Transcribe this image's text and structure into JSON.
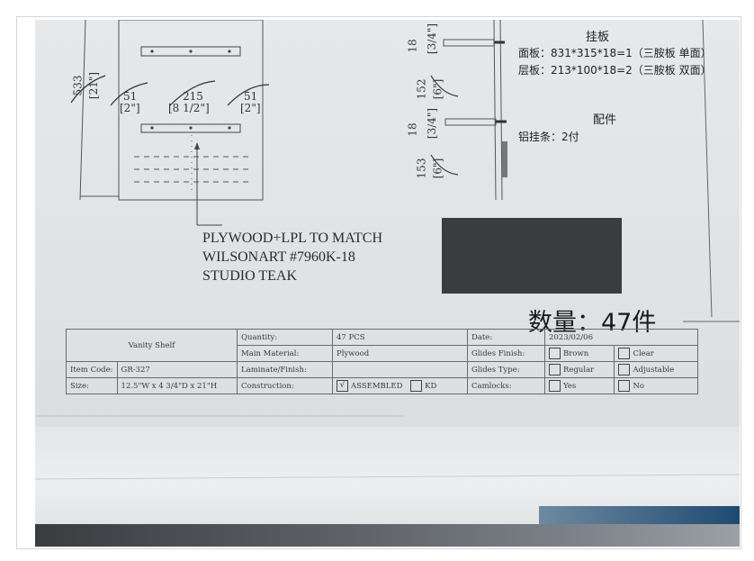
{
  "drawing": {
    "dim_533": "533",
    "dim_21": "[21\"]",
    "dim_51_left": "51",
    "dim_2_left": "[2\"]",
    "dim_215": "215",
    "dim_8_5": "[8 1/2\"]",
    "dim_51_right": "51",
    "dim_2_right": "[2\"]",
    "dim_18_top": "18",
    "dim_34_top": "[3/4\"]",
    "dim_152": "152",
    "dim_6_mid": "[6\"]",
    "dim_18_bot": "18",
    "dim_34_bot": "[3/4\"]",
    "dim_153": "153",
    "dim_6_bot": "[6\"]"
  },
  "chinese_notes": {
    "hanging_title": "挂板",
    "panel_line": "面板：831*315*18=1（三胺板 单面）",
    "shelf_line": "层板：213*100*18=2（三胺板 双面）",
    "parts_title": "配件",
    "hanger_line": "铝挂条：2付"
  },
  "material_note": {
    "line1": "PLYWOOD+LPL TO MATCH",
    "line2": "WILSONART #7960K-18",
    "line3": "STUDIO TEAK"
  },
  "quantity_big": "数量：47件",
  "title_block": {
    "product_name": "Vanity Shelf",
    "item_code_label": "Item Code:",
    "item_code": "GR-327",
    "size_label": "Size:",
    "size": "12.5\"W x 4 3/4\"D x 21\"H",
    "quantity_label": "Quantity:",
    "quantity": "47 PCS",
    "main_material_label": "Main Material:",
    "main_material": "Plywood",
    "laminate_label": "Laminate/Finish:",
    "laminate": "",
    "construction_label": "Construction:",
    "assembled": "ASSEMBLED",
    "kd": "KD",
    "assembled_checked": true,
    "date_label": "Date:",
    "date": "2023/02/06",
    "glides_finish_label": "Glides Finish:",
    "brown": "Brown",
    "clear": "Clear",
    "glides_type_label": "Glides Type:",
    "regular": "Regular",
    "adjustable": "Adjustable",
    "camlocks_label": "Camlocks:",
    "yes": "Yes",
    "no": "No",
    "check_mark": "√"
  }
}
